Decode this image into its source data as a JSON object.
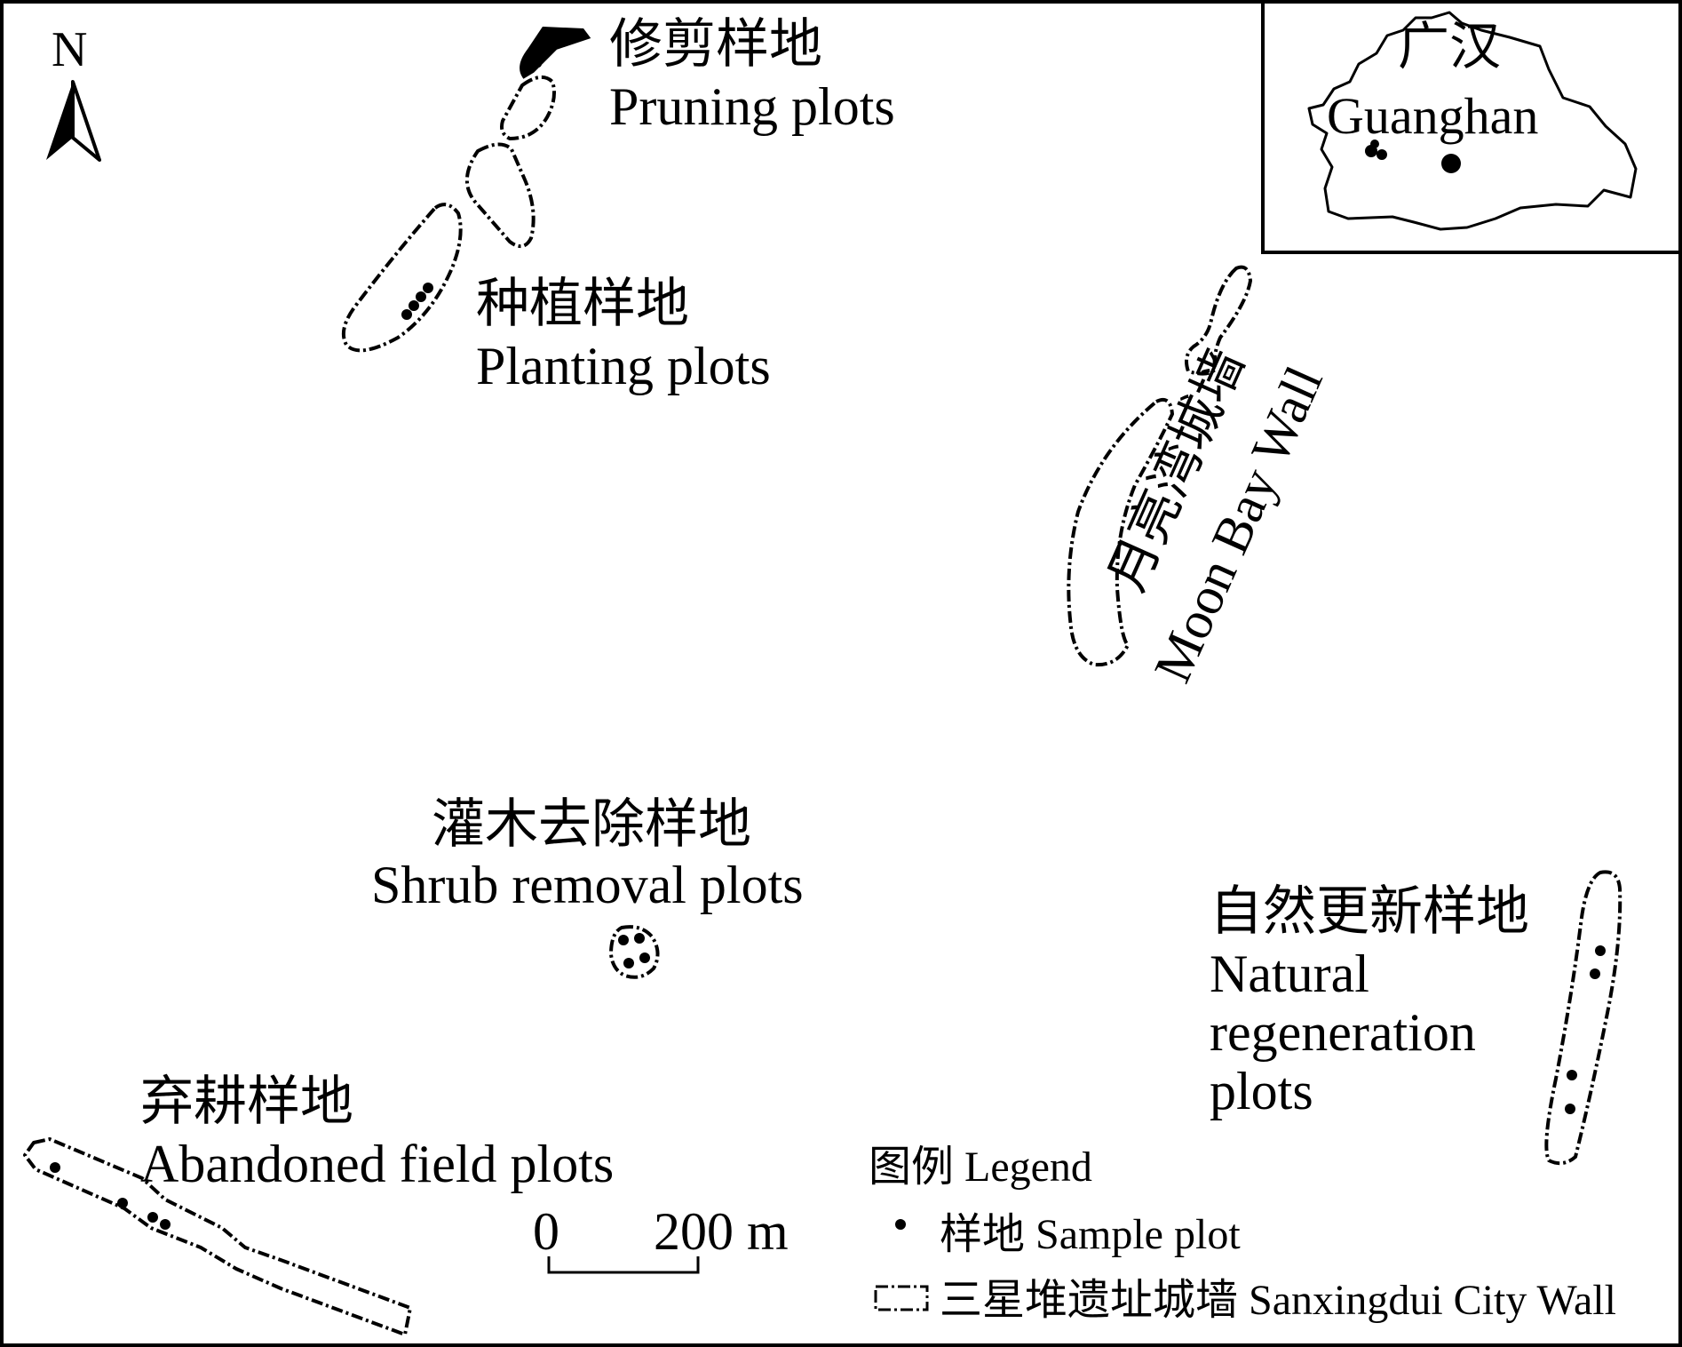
{
  "north": {
    "label": "N",
    "icon": "north-arrow-icon"
  },
  "inset": {
    "name_zh": "广汉",
    "name_en": "Guanghan"
  },
  "plots": {
    "pruning": {
      "zh": "修剪样地",
      "en": "Pruning plots"
    },
    "planting": {
      "zh": "种植样地",
      "en": "Planting plots"
    },
    "shrub_removal": {
      "zh": "灌木去除样地",
      "en": "Shrub removal plots"
    },
    "natural_regeneration": {
      "zh": "自然更新样地",
      "en_line1": "Natural",
      "en_line2": "regeneration",
      "en_line3": "plots"
    },
    "abandoned_field": {
      "zh": "弃耕样地",
      "en": "Abandoned field plots"
    }
  },
  "moon_bay_wall": {
    "zh": "月亮湾城墙",
    "en": "Moon Bay Wall"
  },
  "scale_bar": {
    "start": "0",
    "end": "200 m"
  },
  "legend": {
    "title": "图例 Legend",
    "sample_plot": "样地 Sample plot",
    "city_wall": "三星堆遗址城墙 Sanxingdui City Wall"
  },
  "colors": {
    "ink": "#000000",
    "background": "#ffffff"
  }
}
